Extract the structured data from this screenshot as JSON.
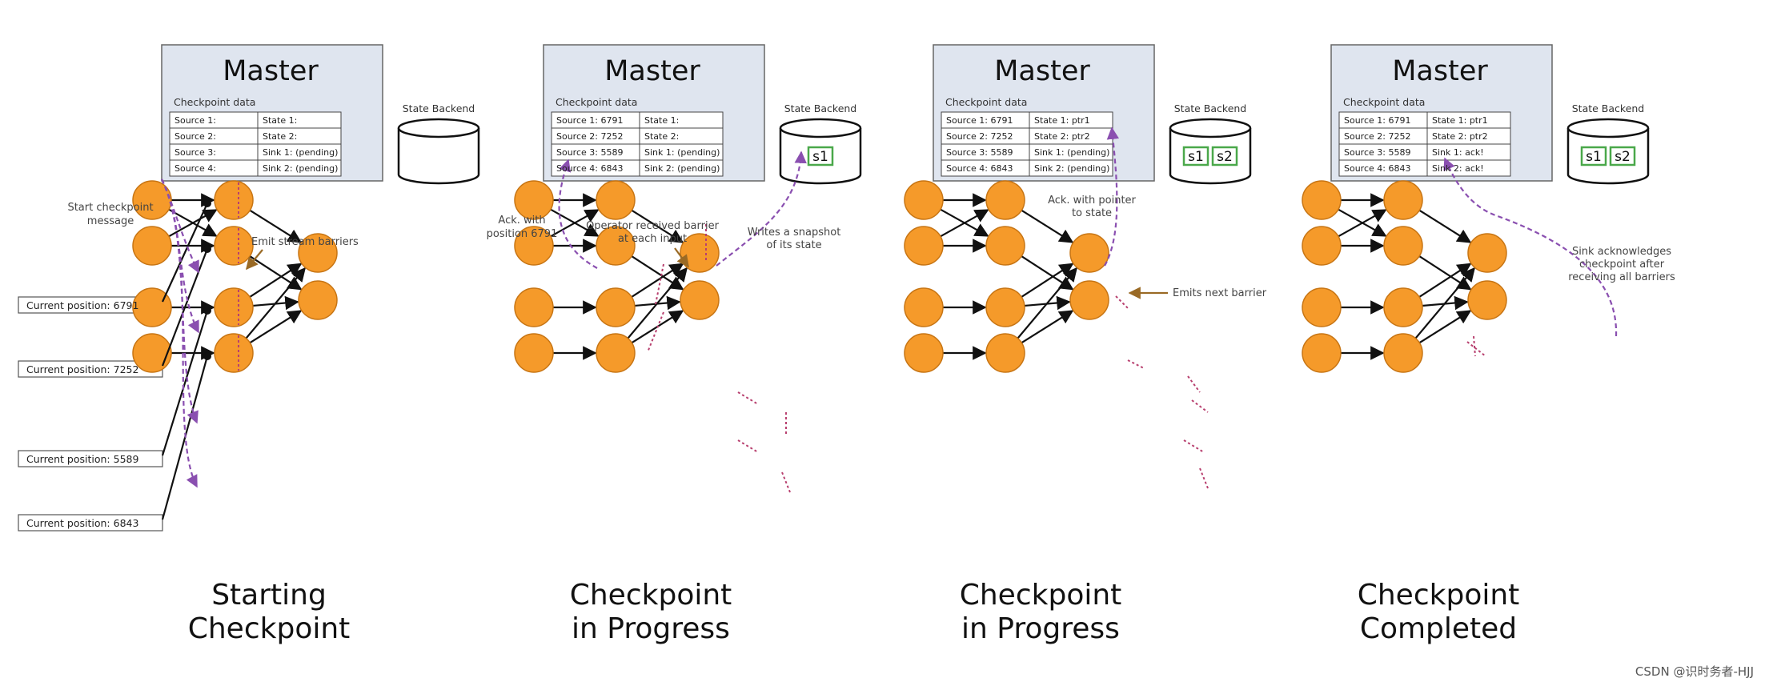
{
  "colors": {
    "node": "#f59a2a",
    "node_stroke": "#c77514",
    "master_fill": "#dfe5ef",
    "master_stroke": "#666666",
    "ack_arrow": "#8a4fb0",
    "barrier": "#b8406f",
    "annotation_arrow": "#9a6a25",
    "snapshot_box": "#4aa84a"
  },
  "panels": [
    {
      "master": {
        "title": "Master",
        "checkpoint_label": "Checkpoint data",
        "rows": [
          [
            "Source 1:",
            "State 1:"
          ],
          [
            "Source 2:",
            "State 2:"
          ],
          [
            "Source 3:",
            "Sink 1: (pending)"
          ],
          [
            "Source 4:",
            "Sink 2: (pending)"
          ]
        ]
      },
      "backend": {
        "label": "State Backend",
        "snapshots": []
      },
      "caption": [
        "Starting",
        "Checkpoint"
      ],
      "positions": [
        "Current position: 6791",
        "Current position: 7252",
        "Current position: 5589",
        "Current position: 6843"
      ],
      "annotations": {
        "start": [
          "Start checkpoint",
          "message"
        ],
        "emit": "Emit stream barriers"
      }
    },
    {
      "master": {
        "title": "Master",
        "checkpoint_label": "Checkpoint data",
        "rows": [
          [
            "Source 1: 6791",
            "State 1:"
          ],
          [
            "Source 2: 7252",
            "State 2:"
          ],
          [
            "Source 3: 5589",
            "Sink 1: (pending)"
          ],
          [
            "Source 4: 6843",
            "Sink 2: (pending)"
          ]
        ]
      },
      "backend": {
        "label": "State Backend",
        "snapshots": [
          "s1"
        ]
      },
      "caption": [
        "Checkpoint",
        "in Progress"
      ],
      "annotations": {
        "ack": [
          "Ack. with",
          "position 6791"
        ],
        "received": [
          "Operator received barrier",
          "at each input"
        ],
        "writes": [
          "Writes a snapshot",
          "of its state"
        ]
      }
    },
    {
      "master": {
        "title": "Master",
        "checkpoint_label": "Checkpoint data",
        "rows": [
          [
            "Source 1: 6791",
            "State 1: ptr1"
          ],
          [
            "Source 2: 7252",
            "State 2: ptr2"
          ],
          [
            "Source 3: 5589",
            "Sink 1: (pending)"
          ],
          [
            "Source 4: 6843",
            "Sink 2: (pending)"
          ]
        ]
      },
      "backend": {
        "label": "State Backend",
        "snapshots": [
          "s1",
          "s2"
        ]
      },
      "caption": [
        "Checkpoint",
        "in Progress"
      ],
      "annotations": {
        "ack": [
          "Ack. with pointer",
          "to state"
        ],
        "emits": "Emits next barrier"
      }
    },
    {
      "master": {
        "title": "Master",
        "checkpoint_label": "Checkpoint data",
        "rows": [
          [
            "Source 1: 6791",
            "State 1: ptr1"
          ],
          [
            "Source 2: 7252",
            "State 2: ptr2"
          ],
          [
            "Source 3: 5589",
            "Sink 1: ack!"
          ],
          [
            "Source 4: 6843",
            "Sink 2: ack!"
          ]
        ]
      },
      "backend": {
        "label": "State Backend",
        "snapshots": [
          "s1",
          "s2"
        ]
      },
      "caption": [
        "Checkpoint",
        "Completed"
      ],
      "annotations": {
        "sink": [
          "Sink acknowledges",
          "checkpoint after",
          "receiving all barriers"
        ]
      }
    }
  ],
  "watermark": "CSDN @识时务者-HJJ"
}
